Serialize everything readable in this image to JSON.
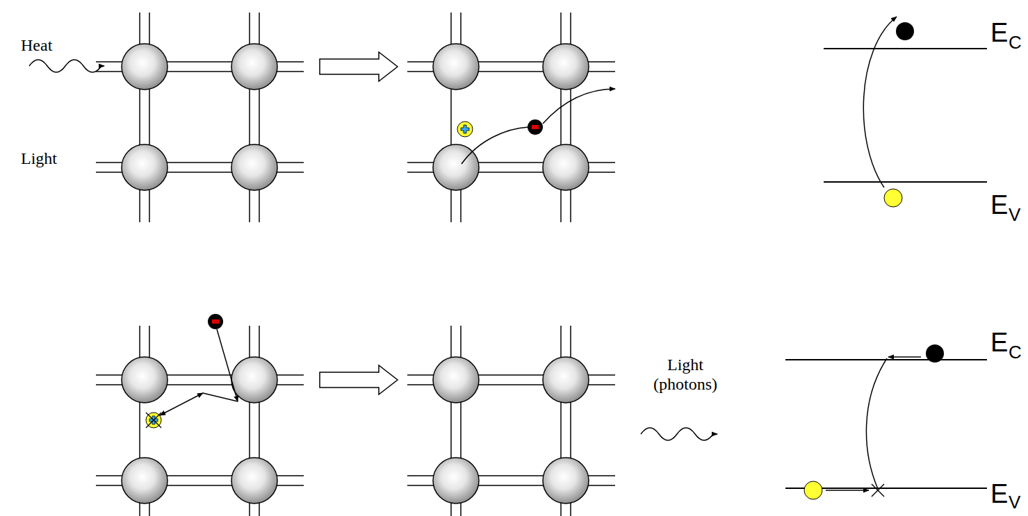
{
  "diagram": {
    "labels": [
      "Heat",
      "Light",
      "Light (photons)",
      "E",
      "C",
      "E",
      "V",
      "E",
      "C",
      "E",
      "V"
    ]
  }
}
